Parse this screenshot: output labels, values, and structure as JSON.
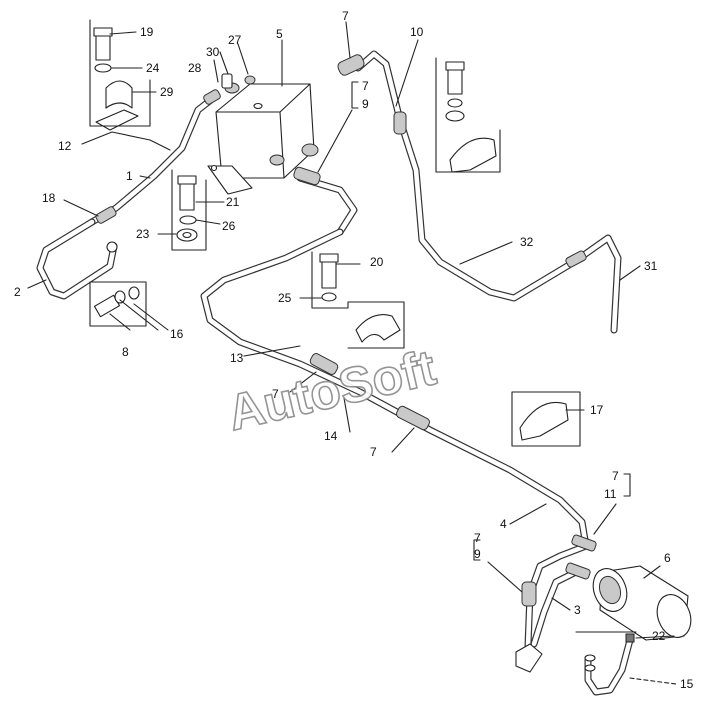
{
  "watermark": "AutoSoft",
  "labels": {
    "n1": "1",
    "n2": "2",
    "n3": "3",
    "n4": "4",
    "n5": "5",
    "n6": "6",
    "n7a": "7",
    "n7b": "7",
    "n7c": "7",
    "n7d": "7",
    "n7e": "7",
    "n7f": "7",
    "n8": "8",
    "n9a": "9",
    "n9b": "9",
    "n10": "10",
    "n11": "11",
    "n12": "12",
    "n13": "13",
    "n14": "14",
    "n15": "15",
    "n16": "16",
    "n17": "17",
    "n18": "18",
    "n19": "19",
    "n20": "20",
    "n21": "21",
    "n22": "22",
    "n23": "23",
    "n24": "24",
    "n25": "25",
    "n26": "26",
    "n27": "27",
    "n28": "28",
    "n29": "29",
    "n30": "30",
    "n31": "31",
    "n32": "32"
  }
}
